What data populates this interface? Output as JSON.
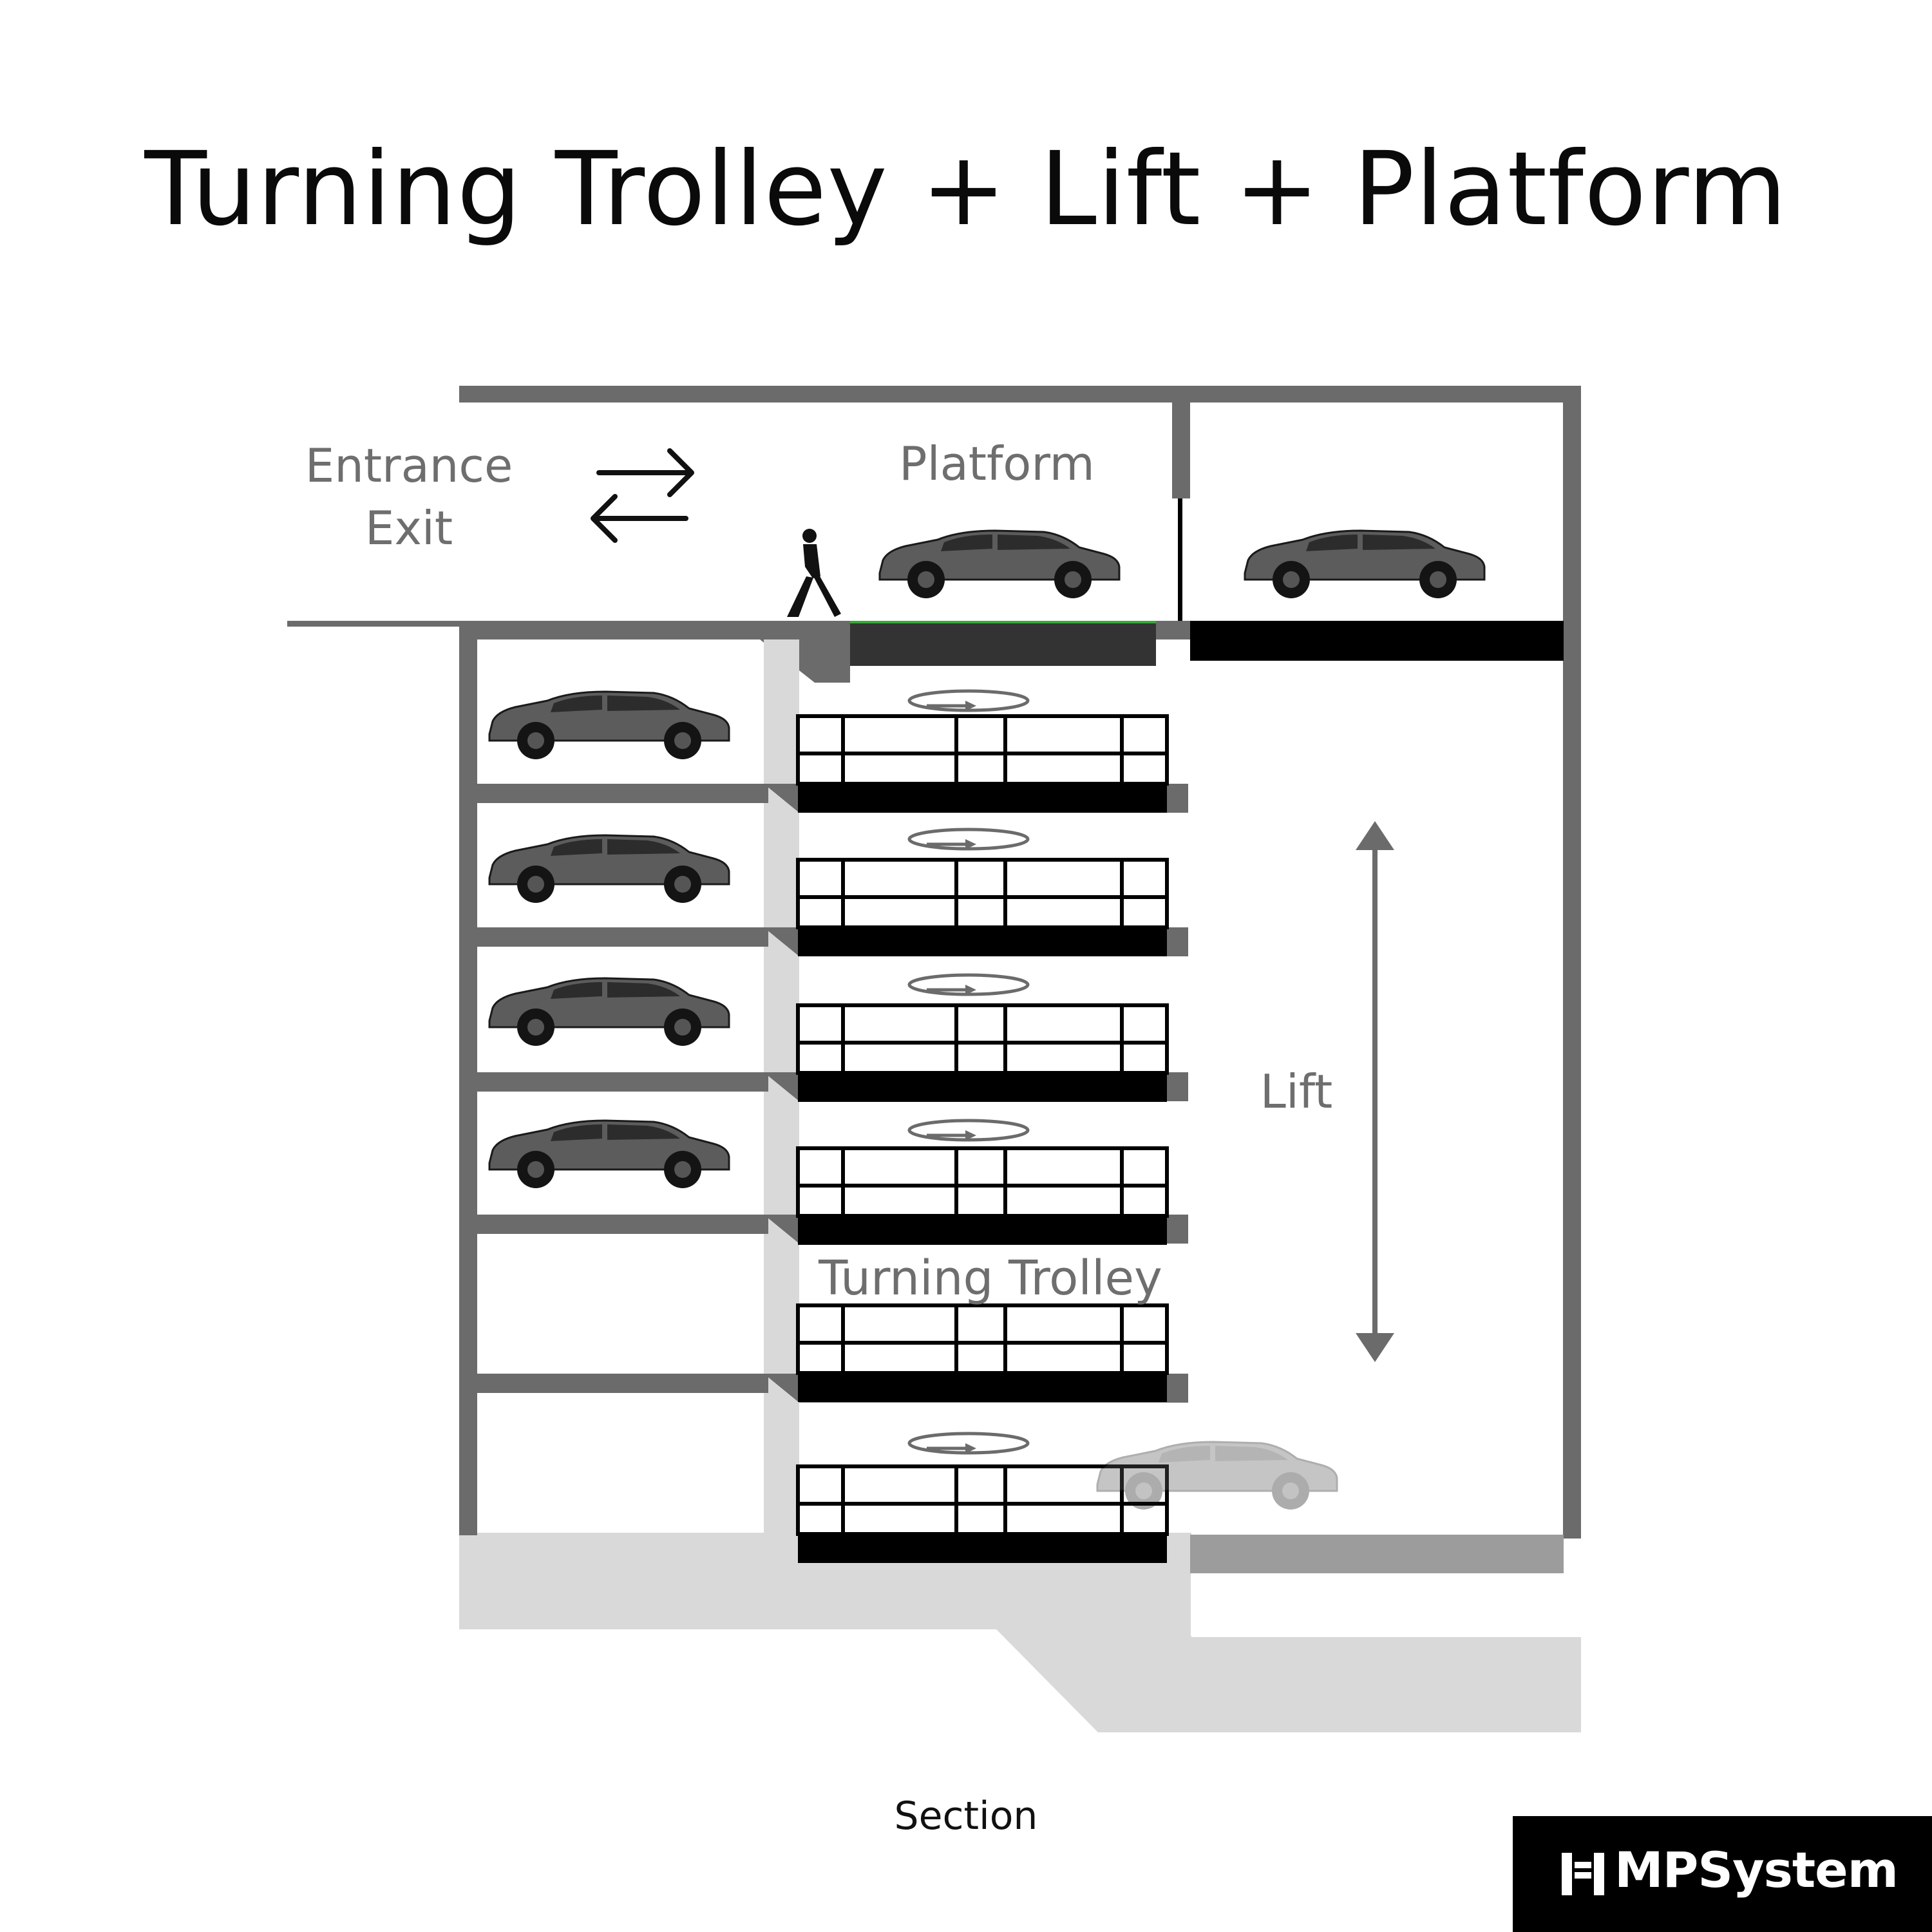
{
  "title": "Turning Trolley + Lift + Platform",
  "labels": {
    "entrance": "Entrance",
    "exit": "Exit",
    "platform": "Platform",
    "lift": "Lift",
    "turning_trolley": "Turning Trolley"
  },
  "caption": "Section",
  "brand": "MPSystem",
  "colors": {
    "wall": "#6b6b6b",
    "ground": "#d9d9d9",
    "trolley": "#000000",
    "label_text": "#6e6e6e",
    "platform_strip": "#3aa83a"
  },
  "icons": {
    "entrance_exit": "bidirectional-arrows-icon",
    "rotation": "rotation-arrow-icon",
    "lift_motion": "vertical-double-arrow-icon",
    "brand": "mpsystem-logo-icon"
  }
}
